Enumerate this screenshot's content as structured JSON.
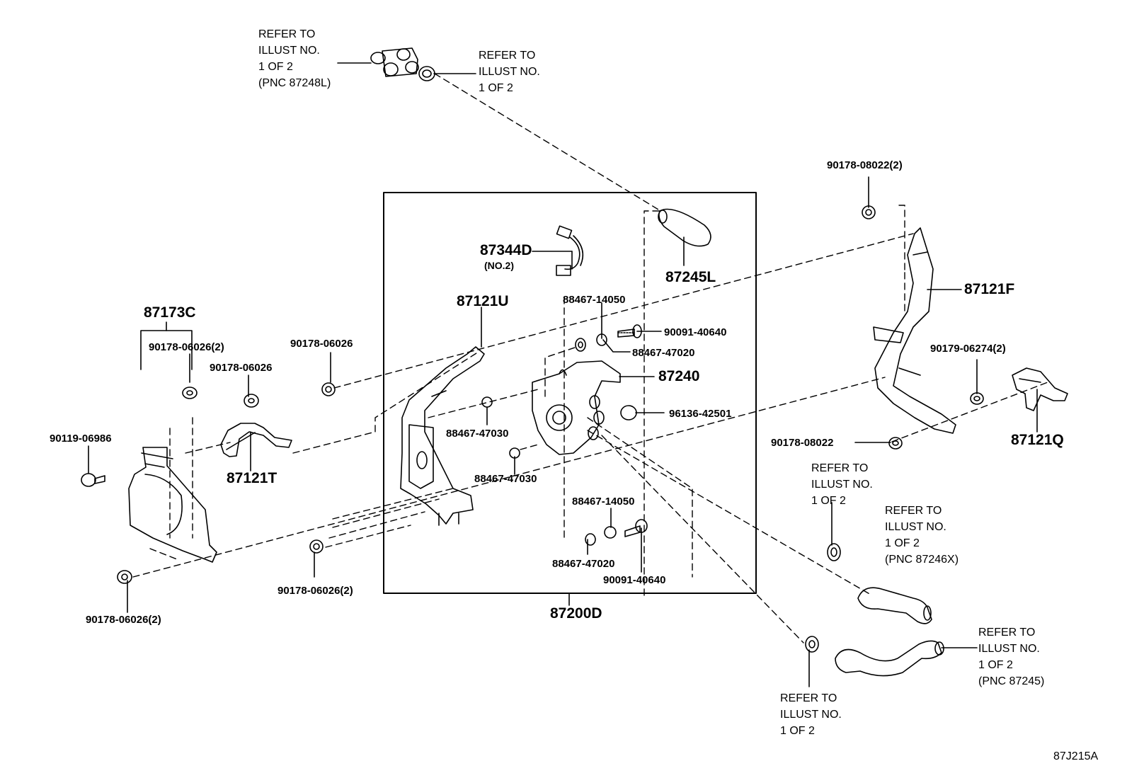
{
  "diagram_code": "87J215A",
  "parts": {
    "p87344D": "87344D",
    "p87344D_sub": "(NO.2)",
    "p87245L": "87245L",
    "p87121U": "87121U",
    "p87173C": "87173C",
    "p87121F": "87121F",
    "p87240": "87240",
    "p87121T": "87121T",
    "p87121Q": "87121Q",
    "p87200D": "87200D"
  },
  "numbers": {
    "n90178_08022_2": "90178-08022(2)",
    "n88467_14050_a": "88467-14050",
    "n90091_40640_a": "90091-40640",
    "n88467_47020_a": "88467-47020",
    "n90178_06026_top": "90178-06026",
    "n90178_06026_2_a": "90178-06026(2)",
    "n90178_06026_mid": "90178-06026",
    "n90179_06274_2": "90179-06274(2)",
    "n96136_42501": "96136-42501",
    "n90119_06986": "90119-06986",
    "n88467_47030_a": "88467-47030",
    "n90178_08022": "90178-08022",
    "n88467_47030_b": "88467-47030",
    "n88467_14050_b": "88467-14050",
    "n88467_47020_b": "88467-47020",
    "n90091_40640_b": "90091-40640",
    "n90178_06026_2_b": "90178-06026(2)",
    "n90178_06026_2_c": "90178-06026(2)"
  },
  "refs": {
    "r1": [
      "REFER TO",
      "ILLUST NO.",
      "1 OF 2",
      "(PNC 87248L)"
    ],
    "r2": [
      "REFER TO",
      "ILLUST NO.",
      "1 OF 2"
    ],
    "r3": [
      "REFER TO",
      "ILLUST NO.",
      "1 OF 2"
    ],
    "r4": [
      "REFER TO",
      "ILLUST NO.",
      "1 OF 2",
      "(PNC 87246X)"
    ],
    "r5": [
      "REFER TO",
      "ILLUST NO.",
      "1 OF 2",
      "(PNC 87245)"
    ],
    "r6": [
      "REFER TO",
      "ILLUST NO.",
      "1 OF 2"
    ]
  }
}
